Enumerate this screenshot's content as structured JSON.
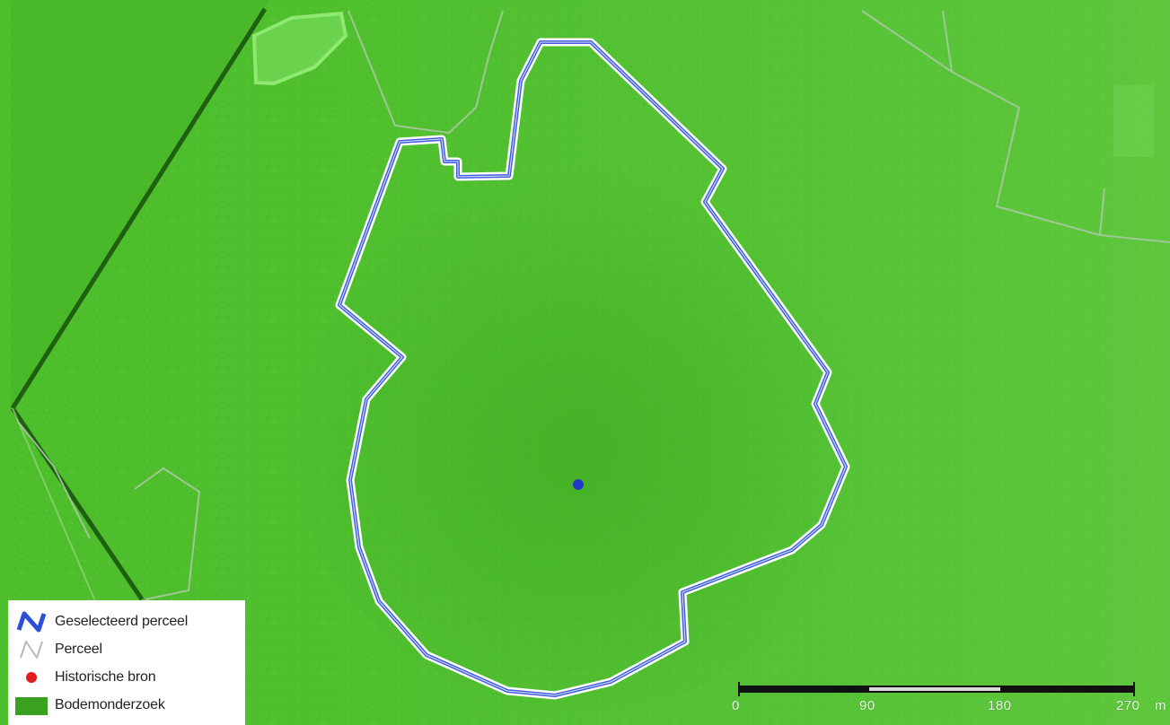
{
  "map": {
    "legend": {
      "items": [
        {
          "label": "Geselecteerd perceel",
          "icon": "selected-parcel-line-icon",
          "color": "#2b4fd8"
        },
        {
          "label": "Perceel",
          "icon": "parcel-line-icon",
          "color": "#b9b9b9"
        },
        {
          "label": "Historische bron",
          "icon": "historical-source-dot-icon",
          "color": "#e41a1c"
        },
        {
          "label": "Bodemonderzoek",
          "icon": "soil-investigation-area-icon",
          "color": "#3aa020"
        }
      ]
    },
    "scale_bar": {
      "labels": [
        "0",
        "90",
        "180",
        "270"
      ],
      "unit": "m"
    },
    "colors": {
      "background_green": "#4dbe2c",
      "selected_outline": "#3f5fe0",
      "parcel_outline": "#a8c8a0",
      "dark_edge": "#1f5f12",
      "marker": "#2339c8"
    }
  }
}
